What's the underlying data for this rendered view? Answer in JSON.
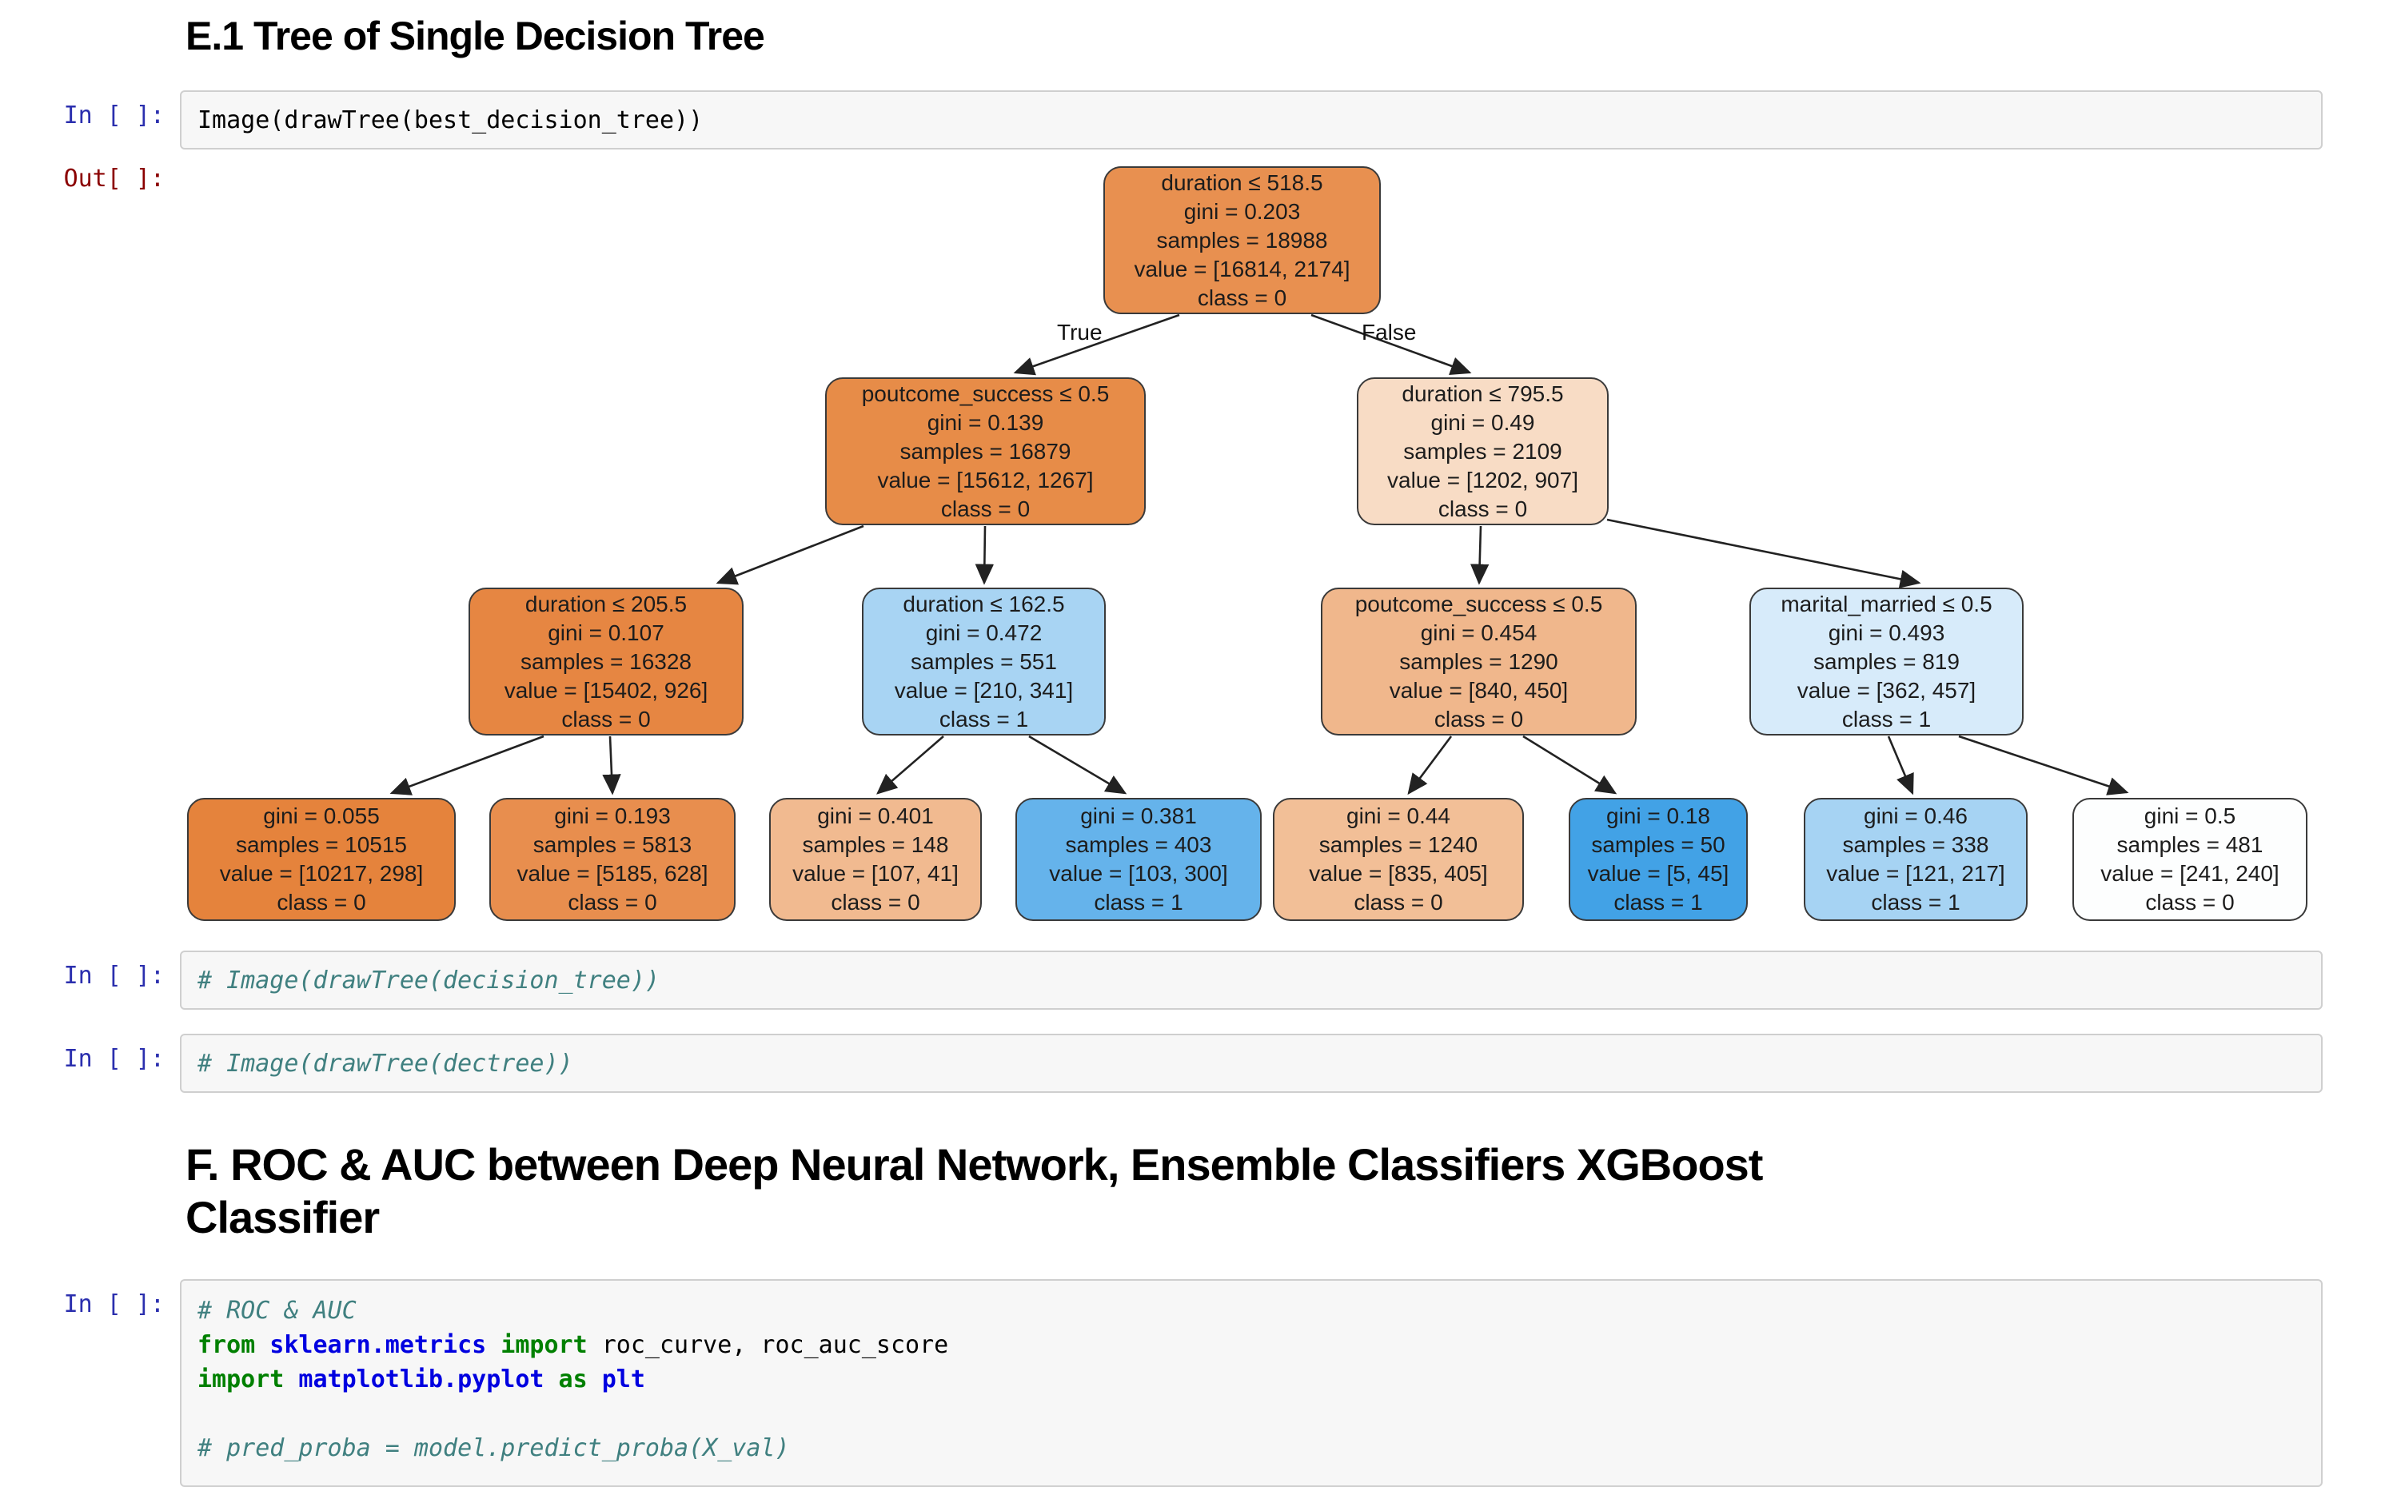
{
  "notebook": {
    "heading_e1": "E.1 Tree of Single Decision Tree",
    "heading_f_line1": "F. ROC & AUC between Deep Neural Network, Ensemble Classifiers XGBoost",
    "heading_f_line2": "Classifier",
    "prompts": {
      "in": "In [ ]:",
      "out": "Out[ ]:"
    },
    "cells": {
      "cell1_code": "Image(drawTree(best_decision_tree))",
      "cell2_comment": "# Image(drawTree(decision_tree))",
      "cell3_comment": "# Image(drawTree(dectree))"
    },
    "roc_cell_lines": [
      [
        {
          "t": "# ROC & AUC",
          "c": "comment"
        }
      ],
      [
        {
          "t": "from",
          "c": "kw"
        },
        {
          "t": " sklearn.metrics",
          "c": "mod"
        },
        {
          "t": " import",
          "c": "kw"
        },
        {
          "t": " roc_curve, roc_auc_score",
          "c": "plain"
        }
      ],
      [
        {
          "t": "import",
          "c": "kw"
        },
        {
          "t": " matplotlib.pyplot",
          "c": "mod"
        },
        {
          "t": " as",
          "c": "kw"
        },
        {
          "t": " plt",
          "c": "mod"
        }
      ],
      [],
      [
        {
          "t": "# pred_proba = model.predict_proba(X_val)",
          "c": "comment"
        }
      ]
    ],
    "syntax_colors": {
      "keyword": "#008000",
      "module": "#0000e0",
      "comment": "#408080",
      "plain": "#000000"
    },
    "prompt_colors": {
      "in": "#2b2fae",
      "out": "#8b0000"
    }
  },
  "tree": {
    "edge_labels": {
      "true_label": "True",
      "false_label": "False"
    },
    "class_colors": {
      "class0_strong": "#e5833c",
      "class1_strong": "#42a2e6",
      "neutral": "#fdfefe"
    },
    "nodes": [
      {
        "lines": [
          "duration ≤ 518.5",
          "gini = 0.203",
          "samples = 18988",
          "value = [16814, 2174]",
          "class = 0"
        ],
        "color": "#e89050"
      },
      {
        "lines": [
          "poutcome_success ≤ 0.5",
          "gini = 0.139",
          "samples = 16879",
          "value = [15612, 1267]",
          "class = 0"
        ],
        "color": "#e78c48"
      },
      {
        "lines": [
          "duration ≤ 795.5",
          "gini = 0.49",
          "samples = 2109",
          "value = [1202, 907]",
          "class = 0"
        ],
        "color": "#f8dcc5"
      },
      {
        "lines": [
          "duration ≤ 205.5",
          "gini = 0.107",
          "samples = 16328",
          "value = [15402, 926]",
          "class = 0"
        ],
        "color": "#e68642"
      },
      {
        "lines": [
          "duration ≤ 162.5",
          "gini = 0.472",
          "samples = 551",
          "value = [210, 341]",
          "class = 1"
        ],
        "color": "#a8d4f3"
      },
      {
        "lines": [
          "poutcome_success ≤ 0.5",
          "gini = 0.454",
          "samples = 1290",
          "value = [840, 450]",
          "class = 0"
        ],
        "color": "#f0b78c"
      },
      {
        "lines": [
          "marital_married ≤ 0.5",
          "gini = 0.493",
          "samples = 819",
          "value = [362, 457]",
          "class = 1"
        ],
        "color": "#d7ebfa"
      },
      {
        "lines": [
          "gini = 0.055",
          "samples = 10515",
          "value = [10217, 298]",
          "class = 0"
        ],
        "color": "#e5833c"
      },
      {
        "lines": [
          "gini = 0.193",
          "samples = 5813",
          "value = [5185, 628]",
          "class = 0"
        ],
        "color": "#e88e4e"
      },
      {
        "lines": [
          "gini = 0.401",
          "samples = 148",
          "value = [107, 41]",
          "class = 0"
        ],
        "color": "#f1ba90"
      },
      {
        "lines": [
          "gini = 0.381",
          "samples = 403",
          "value = [103, 300]",
          "class = 1"
        ],
        "color": "#65b3eb"
      },
      {
        "lines": [
          "gini = 0.44",
          "samples = 1240",
          "value = [835, 405]",
          "class = 0"
        ],
        "color": "#f2bf97"
      },
      {
        "lines": [
          "gini = 0.18",
          "samples = 50",
          "value = [5, 45]",
          "class = 1"
        ],
        "color": "#42a2e6"
      },
      {
        "lines": [
          "gini = 0.46",
          "samples = 338",
          "value = [121, 217]",
          "class = 1"
        ],
        "color": "#a6d3f3"
      },
      {
        "lines": [
          "gini = 0.5",
          "samples = 481",
          "value = [241, 240]",
          "class = 0"
        ],
        "color": "#fdfefe"
      }
    ]
  }
}
